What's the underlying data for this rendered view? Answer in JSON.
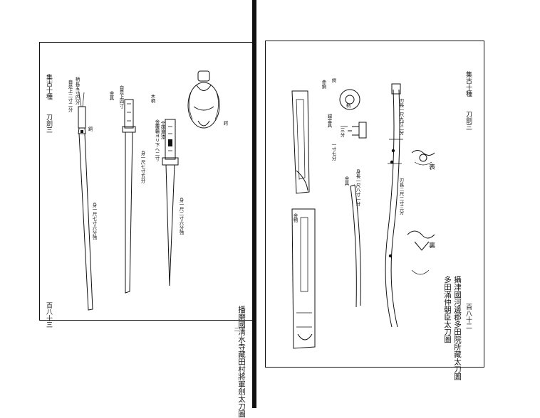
{
  "left_page": {
    "header": "集古十種",
    "section": "刀劍三",
    "page_number": "百八十三",
    "caption": "播磨國淸水寺藏田村將軍劍太刀圖",
    "figure_note": "二",
    "fig_label_1": "鍔",
    "labels": {
      "a": "柄長五寸四分",
      "b": "自是上二寸二分",
      "c": "自是上四寸",
      "d": "身一尺七寸五分",
      "e": "身一尺七寸六分強",
      "f": "身一尺二寸六分強",
      "g": "金覆輪ヨリ下ヘ二寸",
      "h": "全体黒漆",
      "i": "銅",
      "j": "金具",
      "k": "木柄"
    }
  },
  "right_page": {
    "header": "集古十種",
    "section": "刀劍三",
    "page_number": "百八十二",
    "caption": "攝津國河邊郡多田院所藏太刀圖",
    "caption_2": "多田滿仲朝臣太刀圖",
    "omote": "表",
    "ura": "裏",
    "labels": {
      "a": "刃長一尺九寸二分",
      "b": "刃長二尺二寸三分",
      "c": "身長一尺八寸一分",
      "d": "金具",
      "e": "鍔",
      "f": "柄",
      "g": "銀金具",
      "h": "金物",
      "i": "三分",
      "j": "一寸七分",
      "k": "赤銅"
    }
  }
}
